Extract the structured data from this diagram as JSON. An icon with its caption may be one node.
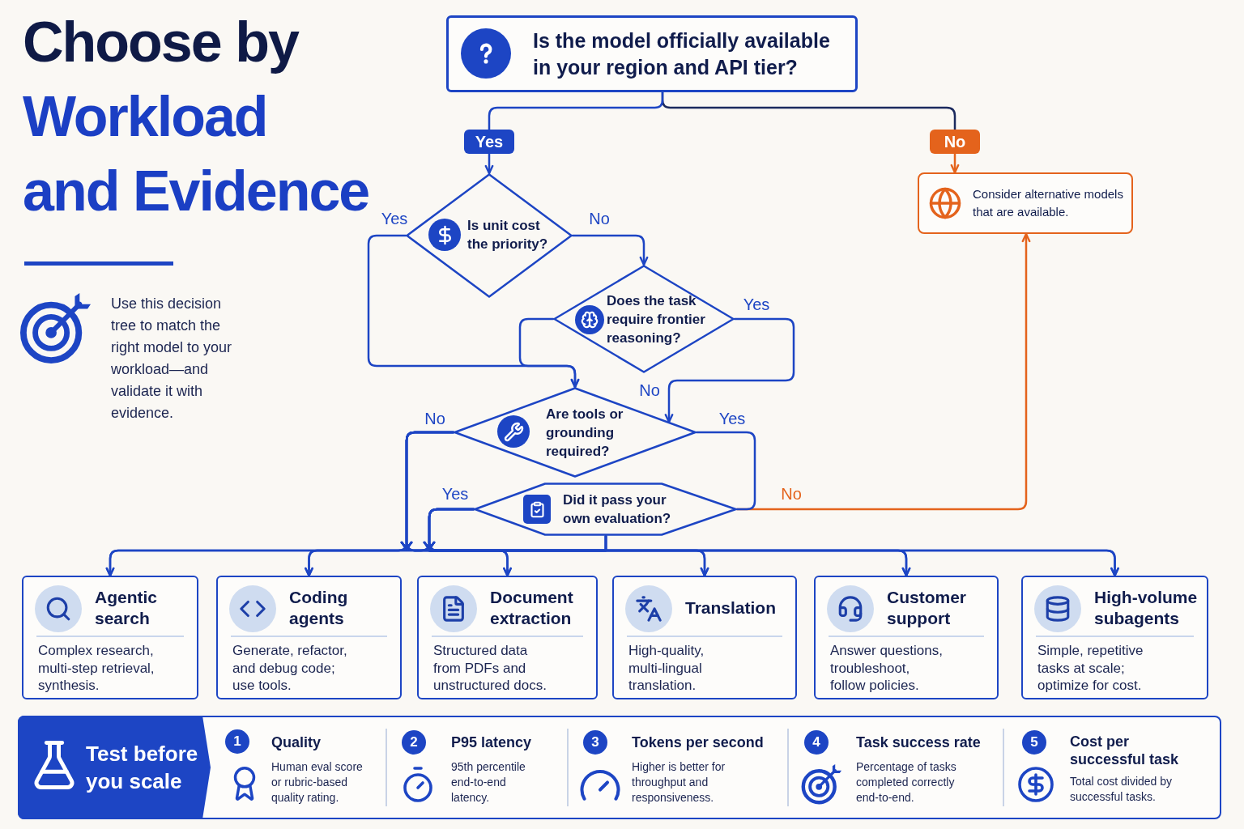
{
  "diagram": {
    "title": "Choose by Workload and Evidence",
    "nodes": [
      {
        "text": [
          "Is the model officially available in your region and API tier?"
        ]
      },
      {
        "text": [
          "Yes"
        ]
      },
      {
        "text": [
          "No"
        ]
      },
      {
        "text": [
          "Consider alternative models that are available."
        ]
      },
      {
        "text": [
          "Is unit cost the priority?"
        ]
      },
      {
        "text": [
          "Does the task require frontier reasoning?"
        ]
      },
      {
        "text": [
          "Are tools or grounding required?"
        ]
      },
      {
        "text": [
          "Did it pass your own evaluation?"
        ]
      },
      {
        "text": [
          "Agentic search",
          "Complex research, multi-step retrieval, synthesis."
        ]
      },
      {
        "text": [
          "Coding agents",
          "Generate, refactor, and debug code; use tools."
        ]
      },
      {
        "text": [
          "Document extraction",
          "Structured data from PDFs and unstructured docs."
        ]
      },
      {
        "text": [
          "Translation",
          "High-quality, multi-lingual translation."
        ]
      },
      {
        "text": [
          "Customer support",
          "Answer questions, troubleshoot, follow policies."
        ]
      },
      {
        "text": [
          "High-volume subagents",
          "Simple, repetitive tasks at scale; optimize for cost."
        ]
      },
      {
        "text": [
          "Test before you scale"
        ]
      },
      {
        "text": [
          "1"
        ],
        "in": 14,
        "beside": [
          "Quality",
          "Human eval score or rubric-based quality rating."
        ]
      },
      {
        "text": [
          "2"
        ],
        "in": 14,
        "beside": [
          "P95 latency",
          "95th percentile end-to-end latency."
        ]
      },
      {
        "text": [
          "3"
        ],
        "in": 14,
        "beside": [
          "Tokens per second",
          "Higher is better for throughput and responsiveness."
        ]
      },
      {
        "text": [
          "4"
        ],
        "in": 14,
        "beside": [
          "Task success rate",
          "Percentage of tasks completed correctly end-to-end."
        ]
      },
      {
        "text": [
          "5"
        ],
        "in": 14,
        "beside": [
          "Cost per successful task",
          "Total cost divided by successful tasks."
        ]
      }
    ],
    "edges": [
      {
        "from": 0,
        "to": 1,
        "arrow": "none"
      },
      {
        "from": 0,
        "to": 2,
        "arrow": "none",
        "color": "#1b2a5e"
      },
      {
        "from": 1,
        "to": 4,
        "arrow": "to"
      },
      {
        "from": 2,
        "to": 3,
        "arrow": "to",
        "color": "#e4631c"
      },
      {
        "from": 4,
        "to": 6,
        "arrow": "to",
        "label": "Yes"
      },
      {
        "from": 4,
        "to": 5,
        "arrow": "to",
        "label": "No"
      },
      {
        "from": 5,
        "to": 6,
        "arrow": "to"
      },
      {
        "from": 5,
        "to": 6,
        "arrow": "to",
        "label": "Yes"
      },
      {
        "from": 6,
        "to": 7,
        "arrow": "none",
        "label": "Yes"
      },
      {
        "from": 7,
        "to": 3,
        "arrow": "to",
        "label": "No",
        "color": "#e4631c"
      },
      {
        "from": 6,
        "to": 8,
        "arrow": "to",
        "label": "No"
      },
      {
        "from": 6,
        "to": 9,
        "arrow": "to"
      },
      {
        "from": 6,
        "to": 10,
        "arrow": "to"
      },
      {
        "from": 6,
        "to": 11,
        "arrow": "to"
      },
      {
        "from": 6,
        "to": 12,
        "arrow": "to"
      },
      {
        "from": 6,
        "to": 13,
        "arrow": "to"
      },
      {
        "from": 7,
        "to": 8,
        "arrow": "to",
        "label": "Yes"
      },
      {
        "from": 7,
        "to": 9,
        "arrow": "to"
      },
      {
        "from": 7,
        "to": 10,
        "arrow": "to"
      },
      {
        "from": 7,
        "to": 11,
        "arrow": "to"
      },
      {
        "from": 7,
        "to": 12,
        "arrow": "to"
      },
      {
        "from": 7,
        "to": 13,
        "arrow": "to"
      }
    ],
    "labels": [
      "Use this decision tree to match the right model to your workload—and validate it with evidence.",
      "No"
    ]
  }
}
